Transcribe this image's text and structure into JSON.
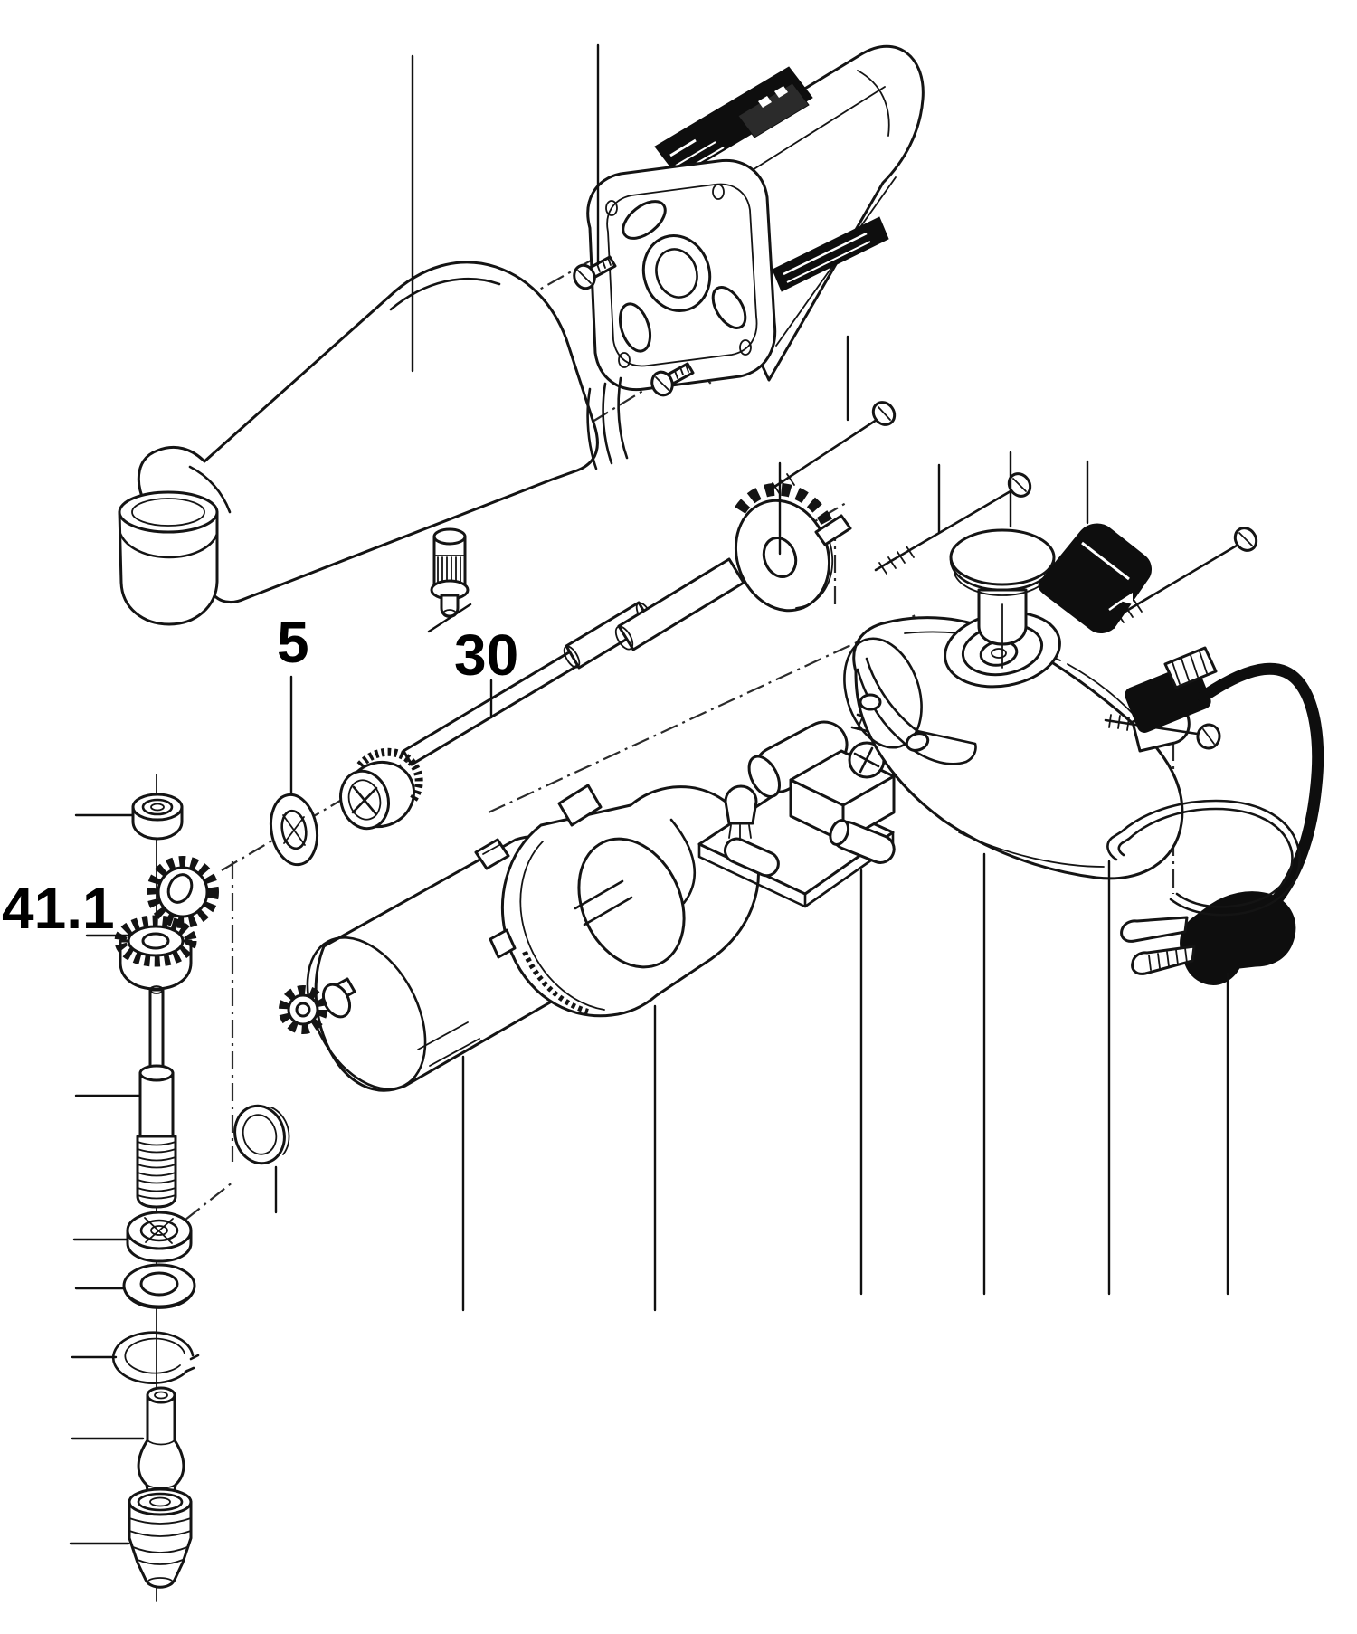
{
  "diagram": {
    "type": "exploded-parts-diagram",
    "subject": "right-angle electric screwdriver / drill, exploded view",
    "background_color": "#ffffff",
    "line_color": "#141414",
    "callouts": [
      {
        "text": "5",
        "part": "spindle-bearing"
      },
      {
        "text": "30",
        "part": "drive-shaft"
      },
      {
        "text": "41.1",
        "part": "bevel-gear-set"
      }
    ],
    "parts": [
      "outer-housing",
      "angle-head-cap",
      "grip-ribs",
      "motor-end-cap",
      "rating-label",
      "brand-badge",
      "housing-screw-a",
      "housing-screw-b",
      "machine-screw-top",
      "drive-shaft",
      "shaft-sleeve",
      "knurled-nut",
      "fan-gear",
      "spindle-lock-pin",
      "spindle-bearing",
      "stack-bearing-top",
      "pinion-gear",
      "bevel-crown-gear",
      "worm-shaft",
      "lower-bearing",
      "washer",
      "retaining-ring",
      "spindle-nose",
      "drill-chuck",
      "motor",
      "motor-pinion",
      "motor-bushing",
      "motor-clamp-ring",
      "circuit-board",
      "capacitor",
      "rectifier-box",
      "transistor",
      "pan-head-screw",
      "spring",
      "main-housing-body",
      "switch-button",
      "rocker-switch",
      "long-screw-left",
      "long-screw-right",
      "lower-screw",
      "cord-ferrite",
      "cord-connector",
      "power-cord",
      "power-plug",
      "cable-clip"
    ]
  }
}
